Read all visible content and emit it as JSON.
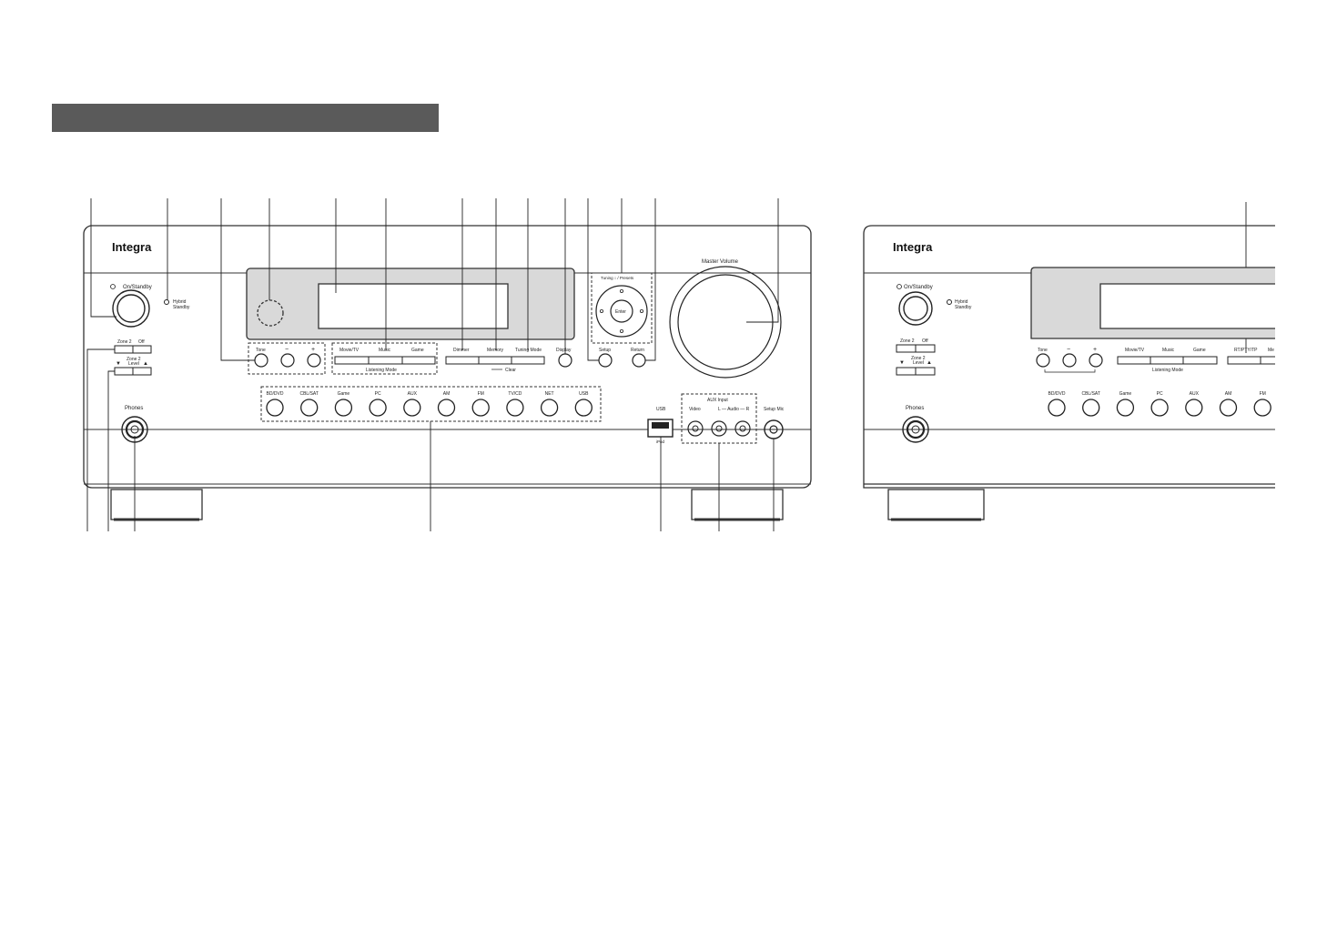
{
  "section_title": "",
  "brand": "Integra",
  "front_panel": {
    "power_label": "On/Standby",
    "hybrid_standby": [
      "Hybrid",
      "Standby"
    ],
    "zone2_label": "Zone 2",
    "off_label": "Off",
    "zone2_level": [
      "Zone 2",
      "Level"
    ],
    "tone_label": "Tone",
    "minus_label": "−",
    "plus_label": "+",
    "listening_modes": [
      "Movie/TV",
      "Music",
      "Game"
    ],
    "listening_mode_label": "Listening Mode",
    "dimmer_label": "Dimmer",
    "memory_label": "Memory",
    "tuning_mode_label": "Tuning Mode",
    "clear_label": "Clear",
    "display_label": "Display",
    "tuning_presets_label": "Tuning ↕ / Presets",
    "enter_label": "Enter",
    "setup_label": "Setup",
    "return_label": "Return",
    "master_volume_label": "Master Volume",
    "phones_label": "Phones",
    "input_selectors": [
      "BD/DVD",
      "CBL/SAT",
      "Game",
      "PC",
      "AUX",
      "AM",
      "FM",
      "TV/CD",
      "NET",
      "USB"
    ],
    "usb_label": "USB",
    "usb_sub": "iPod",
    "aux_input_label": "AUX Input",
    "video_label": "Video",
    "audio_label": "L — Audio — R",
    "setup_mic_label": "Setup Mic"
  },
  "alt_panel": {
    "brand": "Integra",
    "power_label": "On/Standby",
    "hybrid_standby": [
      "Hybrid",
      "Standby"
    ],
    "zone2_label": "Zone 2",
    "off_label": "Off",
    "zone2_level": [
      "Zone 2",
      "Level"
    ],
    "tone_label": "Tone",
    "minus_label": "−",
    "plus_label": "+",
    "listening_modes": [
      "Movie/TV",
      "Music",
      "Game"
    ],
    "listening_mode_label": "Listening Mode",
    "rt_label": "RT/PTY/TP",
    "me_label": "Me",
    "phones_label": "Phones",
    "input_selectors": [
      "BD/DVD",
      "CBL/SAT",
      "Game",
      "PC",
      "AUX",
      "AM",
      "FM"
    ]
  }
}
